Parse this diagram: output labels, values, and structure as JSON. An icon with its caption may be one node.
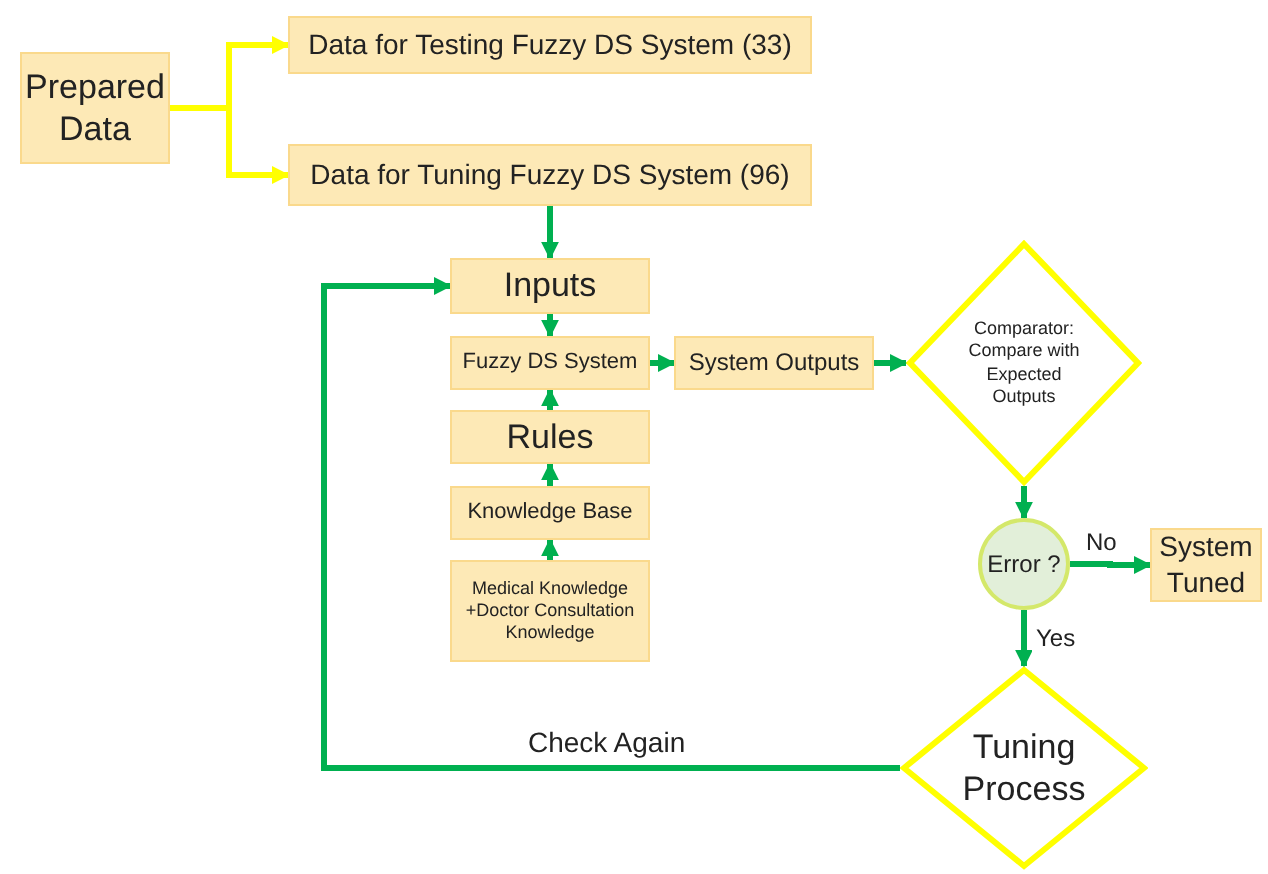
{
  "diagram": {
    "nodes": [
      {
        "text": [
          "Prepared Data"
        ]
      },
      {
        "text": [
          "Data for Testing Fuzzy DS System (33)"
        ]
      },
      {
        "text": [
          "Data for Tuning Fuzzy DS System (96)"
        ]
      },
      {
        "text": [
          "Inputs"
        ]
      },
      {
        "text": [
          "Fuzzy DS System"
        ]
      },
      {
        "text": [
          "System Outputs"
        ]
      },
      {
        "text": [
          "Comparator: Compare with Expected Outputs"
        ]
      },
      {
        "text": [
          "Rules"
        ]
      },
      {
        "text": [
          "Knowledge Base"
        ]
      },
      {
        "text": [
          "Medical Knowledge +Doctor Consultation Knowledge"
        ]
      },
      {
        "text": [
          "Error ?"
        ]
      },
      {
        "text": [
          "System Tuned"
        ]
      },
      {
        "text": [
          "Tuning Process"
        ]
      }
    ],
    "edges": [
      {
        "from": 0,
        "to": 1,
        "arrow": "to",
        "color": "#ffff00"
      },
      {
        "from": 0,
        "to": 2,
        "arrow": "to",
        "color": "#ffff00"
      },
      {
        "from": 2,
        "to": 3,
        "arrow": "to"
      },
      {
        "from": 3,
        "to": 4,
        "arrow": "to"
      },
      {
        "from": 4,
        "to": 5,
        "arrow": "to"
      },
      {
        "from": 5,
        "to": 6,
        "arrow": "to"
      },
      {
        "from": 7,
        "to": 4,
        "arrow": "to"
      },
      {
        "from": 8,
        "to": 7,
        "arrow": "to"
      },
      {
        "from": 9,
        "to": 8,
        "arrow": "to"
      },
      {
        "from": 6,
        "to": 10,
        "arrow": "to"
      },
      {
        "from": 10,
        "to": 11,
        "label": "No",
        "arrow": "to"
      },
      {
        "from": 10,
        "to": 12,
        "label": "Yes",
        "arrow": "to"
      },
      {
        "from": 12,
        "to": 3,
        "label": "Check Again",
        "arrow": "to"
      }
    ]
  }
}
